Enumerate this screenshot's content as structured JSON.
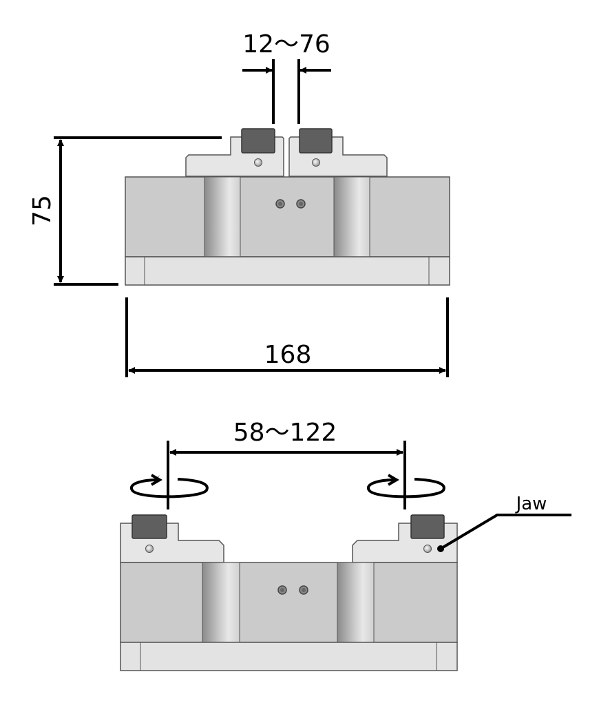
{
  "dimensions": {
    "jaw_gap": "12～76",
    "height": "75",
    "width": "168",
    "jaw_pitch": "58～122"
  },
  "labels": {
    "jaw": "Jaw"
  },
  "colors": {
    "body": "#cbcbcb",
    "base": "#e3e3e3",
    "jaw_block": "#5f5f5f"
  }
}
